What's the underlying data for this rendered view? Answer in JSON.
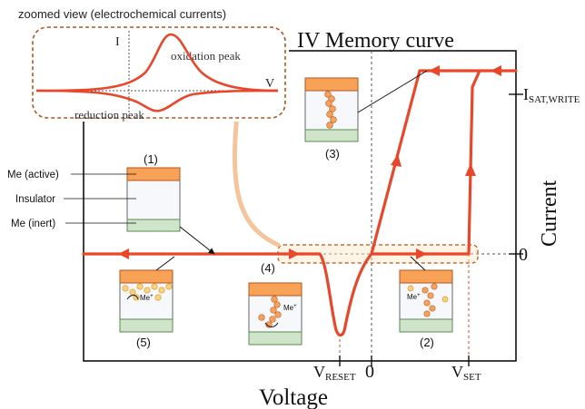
{
  "colors": {
    "curve": "#e8472a",
    "arrow_light": "#f6c49a",
    "box_border": "#b5541e",
    "top_electrode": "#f7a257",
    "bottom_electrode": "#cfe4c8",
    "ion": "#f3a35e",
    "ion_light": "#fbd27a"
  },
  "zoom": {
    "title": "zoomed view (electrochemical currents)",
    "axis_i": "I",
    "axis_v": "V",
    "oxidation_label": "oxidation peak",
    "reduction_label": "reduction peak"
  },
  "main": {
    "title": "IV Memory curve",
    "x_axis_label": "Voltage",
    "y_axis_label": "Current",
    "zero_right": "0",
    "zero_bottom": "0",
    "i_sat": "I",
    "i_sat_sub": "SAT,WRITE",
    "v_reset": "V",
    "v_reset_sub": "RESET",
    "v_set": "V",
    "v_set_sub": "SET"
  },
  "cell1": {
    "number": "(1)",
    "label_active": "Me (active)",
    "label_insulator": "Insulator",
    "label_inert": "Me (inert)"
  },
  "cell2": {
    "number": "(2)",
    "ion_label": "Me",
    "ion_sup": "+"
  },
  "cell3": {
    "number": "(3)"
  },
  "cell4": {
    "number": "(4)",
    "ion_label": "Me",
    "ion_sup": "+"
  },
  "cell5": {
    "number": "(5)",
    "ion_label": "Me",
    "ion_sup": "+"
  }
}
